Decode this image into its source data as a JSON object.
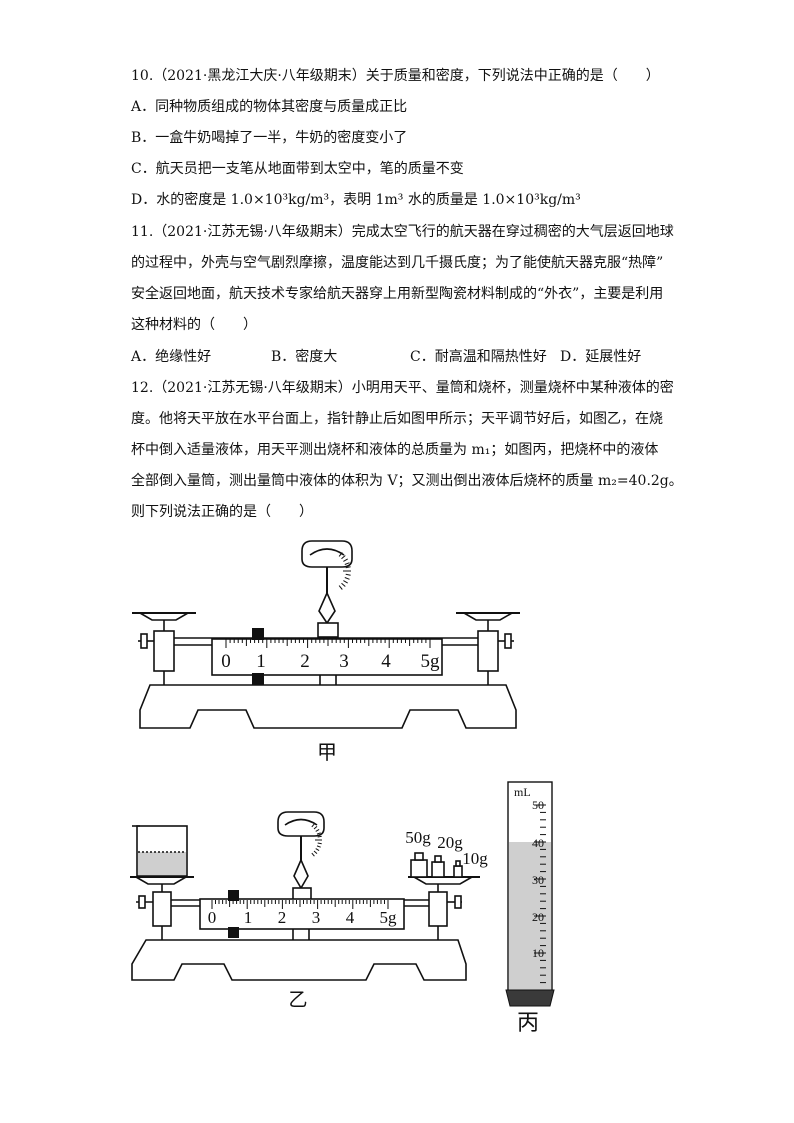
{
  "q10": {
    "stem": "10.（2021·黑龙江大庆·八年级期末）关于质量和密度，下列说法中正确的是（　　）",
    "options": [
      "A．同种物质组成的物体其密度与质量成正比",
      "B．一盒牛奶喝掉了一半，牛奶的密度变小了",
      "C．航天员把一支笔从地面带到太空中，笔的质量不变",
      "D．水的密度是 1.0×10³kg/m³，表明 1m³ 水的质量是 1.0×10³kg/m³"
    ]
  },
  "q11": {
    "stem_lines": [
      "11.（2021·江苏无锡·八年级期末）完成太空飞行的航天器在穿过稠密的大气层返回地球",
      "的过程中，外壳与空气剧烈摩擦，温度能达到几千摄氏度；为了能使航天器克服“热障”",
      "安全返回地面，航天技术专家给航天器穿上用新型陶瓷材料制成的“外衣”，主要是利用",
      "这种材料的（　　）"
    ],
    "options": [
      "A．绝缘性好",
      "B．密度大",
      "C．耐高温和隔热性好",
      "D．延展性好"
    ]
  },
  "q12": {
    "stem_lines": [
      "12.（2021·江苏无锡·八年级期末）小明用天平、量筒和烧杯，测量烧杯中某种液体的密",
      "度。他将天平放在水平台面上，指针静止后如图甲所示；天平调节好后，如图乙，在烧",
      "杯中倒入适量液体，用天平测出烧杯和液体的总质量为 m₁；如图丙，把烧杯中的液体",
      "全部倒入量筒，测出量筒中液体的体积为 V；又测出倒出液体后烧杯的质量 m₂=40.2g。",
      "则下列说法正确的是（　　）"
    ]
  },
  "figures": {
    "jia": {
      "caption": "甲",
      "scale_labels": [
        "0",
        "1",
        "2",
        "3",
        "4",
        "5g"
      ]
    },
    "yi": {
      "caption": "乙",
      "scale_labels": [
        "0",
        "1",
        "2",
        "3",
        "4",
        "5g"
      ],
      "weights": [
        "50g",
        "20g",
        "10g"
      ]
    },
    "bing": {
      "caption": "丙",
      "unit": "mL",
      "marks": [
        "50",
        "40",
        "30",
        "20",
        "10"
      ],
      "liquid_volume_ml": 40
    }
  }
}
